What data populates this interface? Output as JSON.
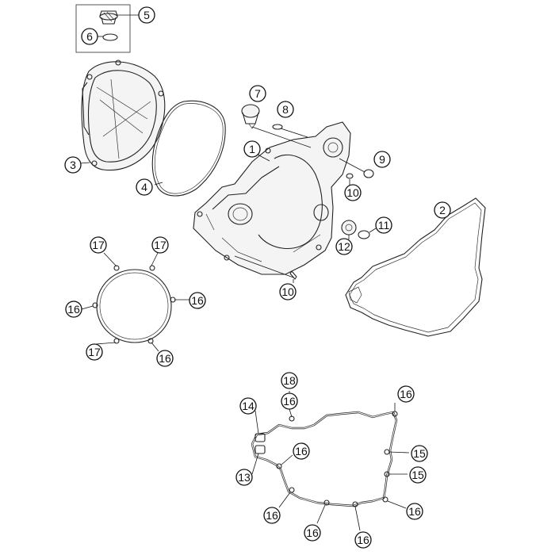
{
  "diagram": {
    "callouts": [
      {
        "id": "c5",
        "label": "5"
      },
      {
        "id": "c6",
        "label": "6"
      },
      {
        "id": "c7",
        "label": "7"
      },
      {
        "id": "c8",
        "label": "8"
      },
      {
        "id": "c1",
        "label": "1"
      },
      {
        "id": "c9",
        "label": "9"
      },
      {
        "id": "c3",
        "label": "3"
      },
      {
        "id": "c4",
        "label": "4"
      },
      {
        "id": "c10a",
        "label": "10"
      },
      {
        "id": "c2",
        "label": "2"
      },
      {
        "id": "c11",
        "label": "11"
      },
      {
        "id": "c12",
        "label": "12"
      },
      {
        "id": "c10b",
        "label": "10"
      },
      {
        "id": "c17a",
        "label": "17"
      },
      {
        "id": "c17b",
        "label": "17"
      },
      {
        "id": "c16a",
        "label": "16"
      },
      {
        "id": "c16b",
        "label": "16"
      },
      {
        "id": "c17c",
        "label": "17"
      },
      {
        "id": "c16c",
        "label": "16"
      },
      {
        "id": "c18",
        "label": "18"
      },
      {
        "id": "c16d",
        "label": "16"
      },
      {
        "id": "c14",
        "label": "14"
      },
      {
        "id": "c16e",
        "label": "16"
      },
      {
        "id": "c16f",
        "label": "16"
      },
      {
        "id": "c15a",
        "label": "15"
      },
      {
        "id": "c13",
        "label": "13"
      },
      {
        "id": "c15b",
        "label": "15"
      },
      {
        "id": "c16g",
        "label": "16"
      },
      {
        "id": "c16h",
        "label": "16"
      },
      {
        "id": "c16i",
        "label": "16"
      },
      {
        "id": "c16j",
        "label": "16"
      }
    ]
  }
}
